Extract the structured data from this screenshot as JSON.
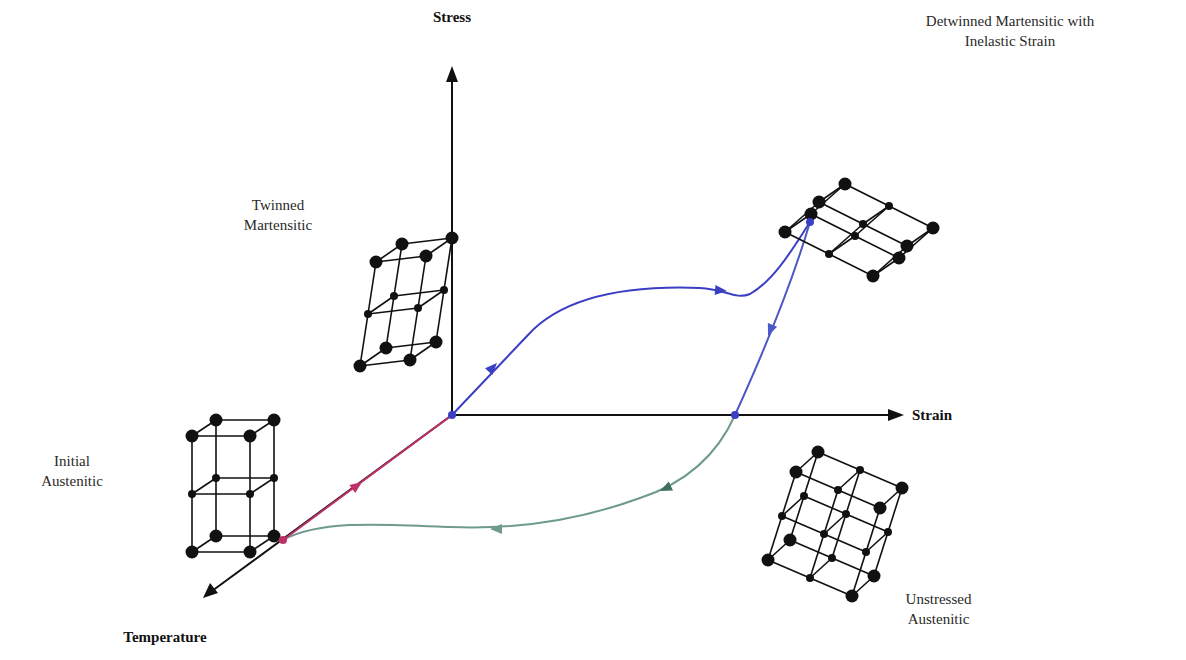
{
  "diagram": {
    "labels": [
      "Stress",
      "Twinned Martensitic",
      "Detwinned Martensitic with Inelastic Strain",
      "Strain",
      "Initial Austenitic",
      "Unstressed Austenitic",
      "Temperature"
    ]
  }
}
